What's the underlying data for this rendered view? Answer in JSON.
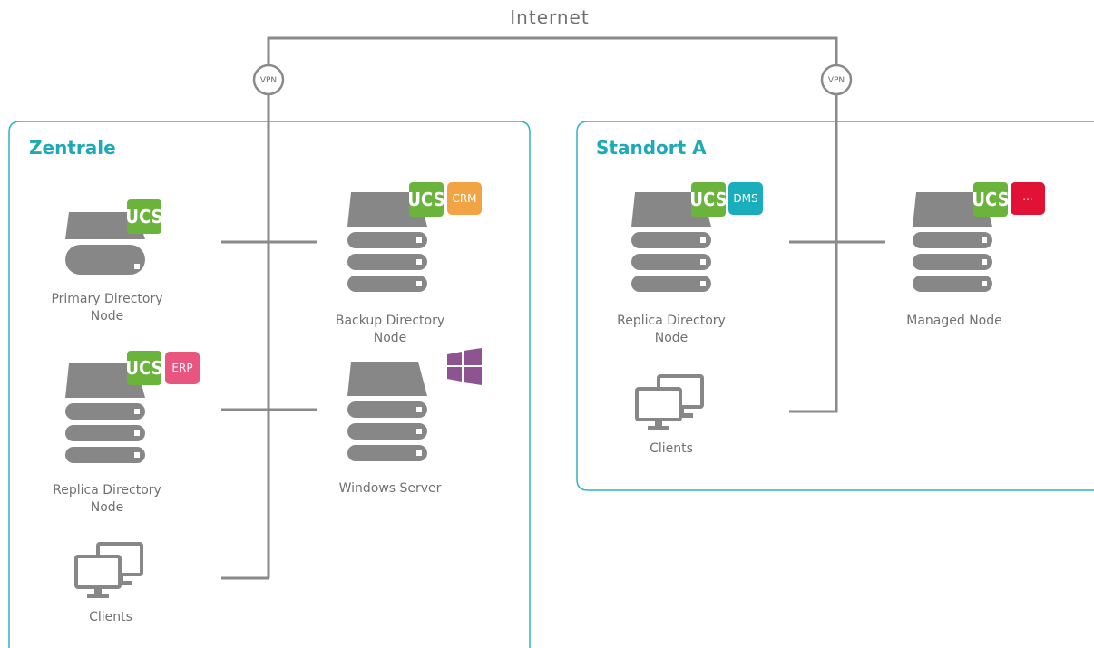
{
  "internet_label": "Internet",
  "vpn_label": "VPN",
  "ucs_label": "UCS",
  "colors": {
    "line": "#8a8a8a",
    "server": "#878787",
    "zone_border": "#2fb3c0",
    "zone_title": "#1fa9b6",
    "ucs_green": "#6bb43c",
    "crm": "#f2a444",
    "erp": "#e9557f",
    "dms": "#1aadbb",
    "managed_badge": "#e21234",
    "windows_logo": "#8e5492"
  },
  "zones": {
    "zentrale": {
      "title": "Zentrale",
      "primary": {
        "label_l1": "Primary Directory",
        "label_l2": "Node"
      },
      "backup": {
        "label_l1": "Backup Directory",
        "label_l2": "Node",
        "badge": "CRM"
      },
      "replica": {
        "label_l1": "Replica Directory",
        "label_l2": "Node",
        "badge": "ERP"
      },
      "windows": {
        "label_l1": "Windows Server"
      },
      "clients": {
        "label": "Clients"
      }
    },
    "standort_a": {
      "title": "Standort A",
      "replica": {
        "label_l1": "Replica Directory",
        "label_l2": "Node",
        "badge": "DMS"
      },
      "managed": {
        "label_l1": "Managed Node",
        "badge": "..."
      },
      "clients": {
        "label": "Clients"
      }
    }
  }
}
